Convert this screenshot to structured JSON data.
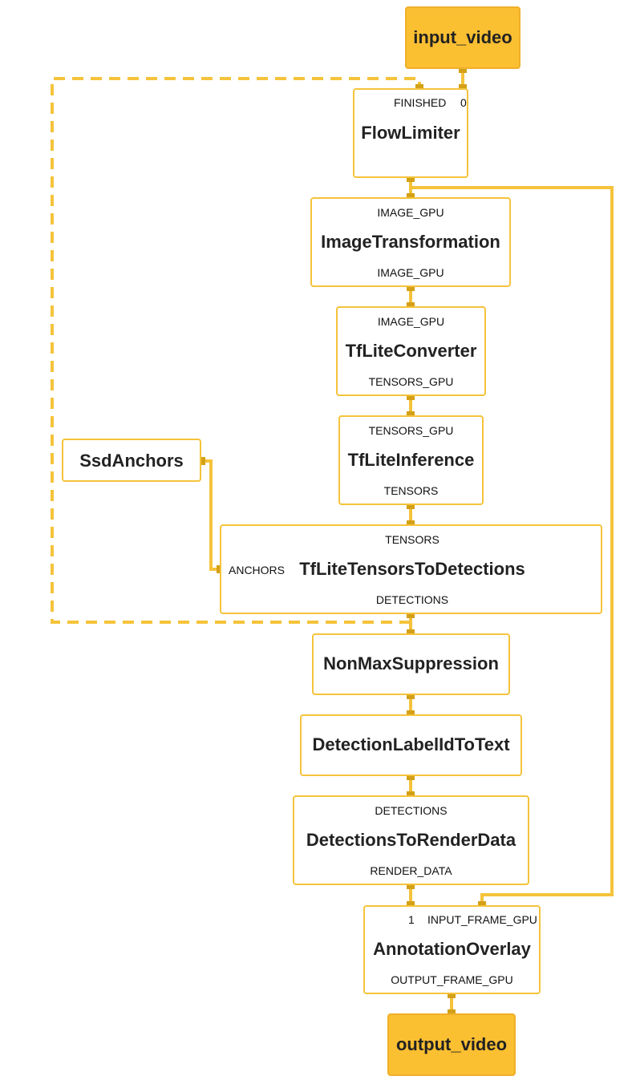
{
  "nodes": {
    "input_video": {
      "title": "input_video"
    },
    "flow_limiter": {
      "title": "FlowLimiter",
      "in_ports": [
        "FINISHED",
        "0"
      ]
    },
    "image_transformation": {
      "title": "ImageTransformation",
      "in_port": "IMAGE_GPU",
      "out_port": "IMAGE_GPU"
    },
    "tflite_converter": {
      "title": "TfLiteConverter",
      "in_port": "IMAGE_GPU",
      "out_port": "TENSORS_GPU"
    },
    "tflite_inference": {
      "title": "TfLiteInference",
      "in_port": "TENSORS_GPU",
      "out_port": "TENSORS"
    },
    "ssd_anchors": {
      "title": "SsdAnchors"
    },
    "tensors_to_detections": {
      "title": "TfLiteTensorsToDetections",
      "in_port": "TENSORS",
      "side_port": "ANCHORS",
      "out_port": "DETECTIONS"
    },
    "non_max_suppression": {
      "title": "NonMaxSuppression"
    },
    "label_id_to_text": {
      "title": "DetectionLabelIdToText"
    },
    "detections_to_render": {
      "title": "DetectionsToRenderData",
      "in_port": "DETECTIONS",
      "out_port": "RENDER_DATA"
    },
    "annotation_overlay": {
      "title": "AnnotationOverlay",
      "in_ports": [
        "1",
        "INPUT_FRAME_GPU"
      ],
      "out_port": "OUTPUT_FRAME_GPU"
    },
    "output_video": {
      "title": "output_video"
    }
  },
  "colors": {
    "edge": "#f5c33b",
    "pin": "#d4a017",
    "io_fill": "#fbbf32"
  }
}
